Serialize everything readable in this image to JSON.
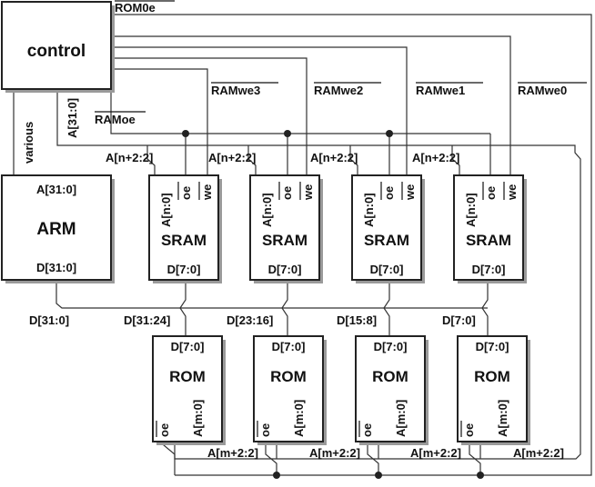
{
  "blocks": {
    "control": "control",
    "arm": {
      "name": "ARM",
      "addr": "A[31:0]",
      "data": "D[31:0]"
    },
    "sram": [
      {
        "name": "SRAM",
        "addr": "A[n:0]",
        "oe": "oe",
        "we": "we",
        "data": "D[7:0]"
      },
      {
        "name": "SRAM",
        "addr": "A[n:0]",
        "oe": "oe",
        "we": "we",
        "data": "D[7:0]"
      },
      {
        "name": "SRAM",
        "addr": "A[n:0]",
        "oe": "oe",
        "we": "we",
        "data": "D[7:0]"
      },
      {
        "name": "SRAM",
        "addr": "A[n:0]",
        "oe": "oe",
        "we": "we",
        "data": "D[7:0]"
      }
    ],
    "rom": [
      {
        "name": "ROM",
        "data": "D[7:0]",
        "oe": "oe",
        "addr": "A[m:0]"
      },
      {
        "name": "ROM",
        "data": "D[7:0]",
        "oe": "oe",
        "addr": "A[m:0]"
      },
      {
        "name": "ROM",
        "data": "D[7:0]",
        "oe": "oe",
        "addr": "A[m:0]"
      },
      {
        "name": "ROM",
        "data": "D[7:0]",
        "oe": "oe",
        "addr": "A[m:0]"
      }
    ]
  },
  "signals": {
    "rom0e": "ROM0e",
    "ramwe3": "RAMwe3",
    "ramwe2": "RAMwe2",
    "ramwe1": "RAMwe1",
    "ramwe0": "RAMwe0",
    "ramoe": "RAMoe",
    "various": "various",
    "arm_addr_bus": "A[31:0]",
    "sram_addr": [
      "A[n+2:2]",
      "A[n+2:2]",
      "A[n+2:2]",
      "A[n+2:2]"
    ],
    "data_bus": "D[31:0]",
    "byte_lanes": [
      "D[31:24]",
      "D[23:16]",
      "D[15:8]",
      "D[7:0]"
    ],
    "rom_addr": [
      "A[m+2:2]",
      "A[m+2:2]",
      "A[m+2:2]",
      "A[m+2:2]"
    ]
  }
}
